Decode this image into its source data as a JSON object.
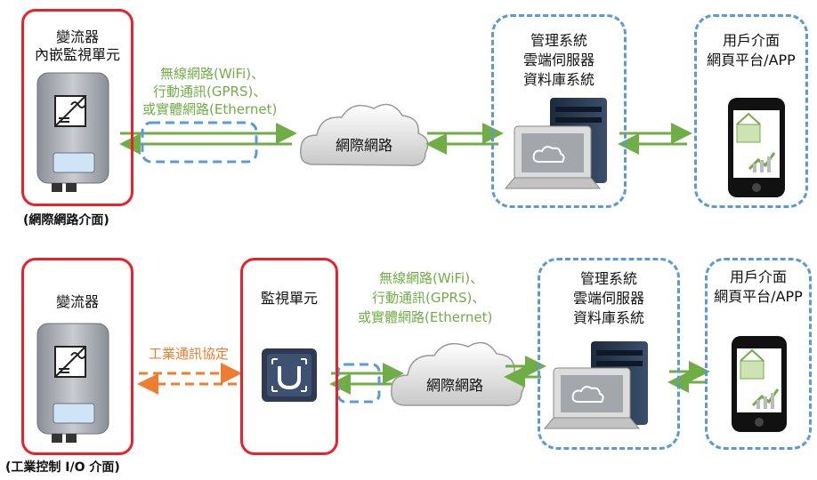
{
  "top": {
    "inverter_box": {
      "line1": "變流器",
      "line2": "內嵌監視單元"
    },
    "caption": "(網際網路介面)",
    "links": {
      "line1": "無線網路(WiFi)、",
      "line2": "行動通訊(GPRS)、",
      "line3": "或實體網路(Ethernet)"
    },
    "cloud": "網際網路",
    "management": {
      "title": "管理系統",
      "line2": "雲端伺服器",
      "line3": "資料庫系統"
    },
    "user": {
      "title": "用戶介面",
      "line2": "網頁平台/APP"
    }
  },
  "bottom": {
    "inverter_box": {
      "line1": "變流器"
    },
    "caption": "(工業控制 I/O 介面)",
    "protocol": "工業通訊協定",
    "monitor_box": {
      "line1": "監視單元"
    },
    "links": {
      "line1": "無線網路(WiFi)、",
      "line2": "行動通訊(GPRS)、",
      "line3": "或實體網路(Ethernet)"
    },
    "cloud": "網際網路",
    "management": {
      "title": "管理系統",
      "line2": "雲端伺服器",
      "line3": "資料庫系統"
    },
    "user": {
      "title": "用戶介面",
      "line2": "網頁平台/APP"
    }
  },
  "colors": {
    "red": "#e8212b",
    "blue_dash": "#5b9bd5",
    "green": "#70ad47",
    "orange": "#ed7d31"
  }
}
